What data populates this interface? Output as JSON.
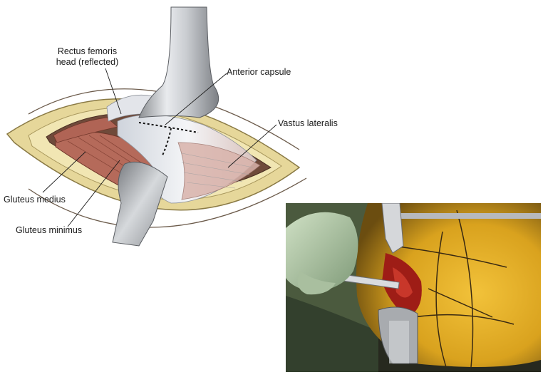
{
  "illustration": {
    "labels": {
      "rectus_line1": "Rectus femoris",
      "rectus_line2": "head (reflected)",
      "anterior_capsule": "Anterior capsule",
      "vastus_lateralis": "Vastus lateralis",
      "gluteus_medius": "Gluteus medius",
      "gluteus_minimus": "Gluteus minimus"
    }
  },
  "photo": {}
}
